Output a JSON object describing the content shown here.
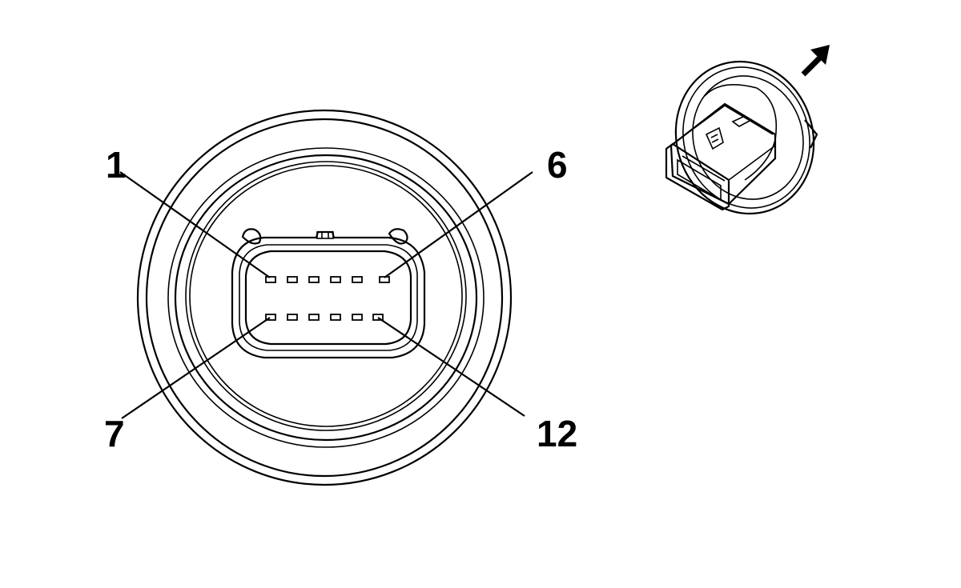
{
  "pin_labels": {
    "top_left": "1",
    "top_right": "6",
    "bottom_left": "7",
    "bottom_right": "12"
  },
  "colors": {
    "line": "#000000",
    "background": "#ffffff"
  },
  "icons": [
    "connector-face-view",
    "connector-perspective-view",
    "direction-arrow-icon"
  ]
}
